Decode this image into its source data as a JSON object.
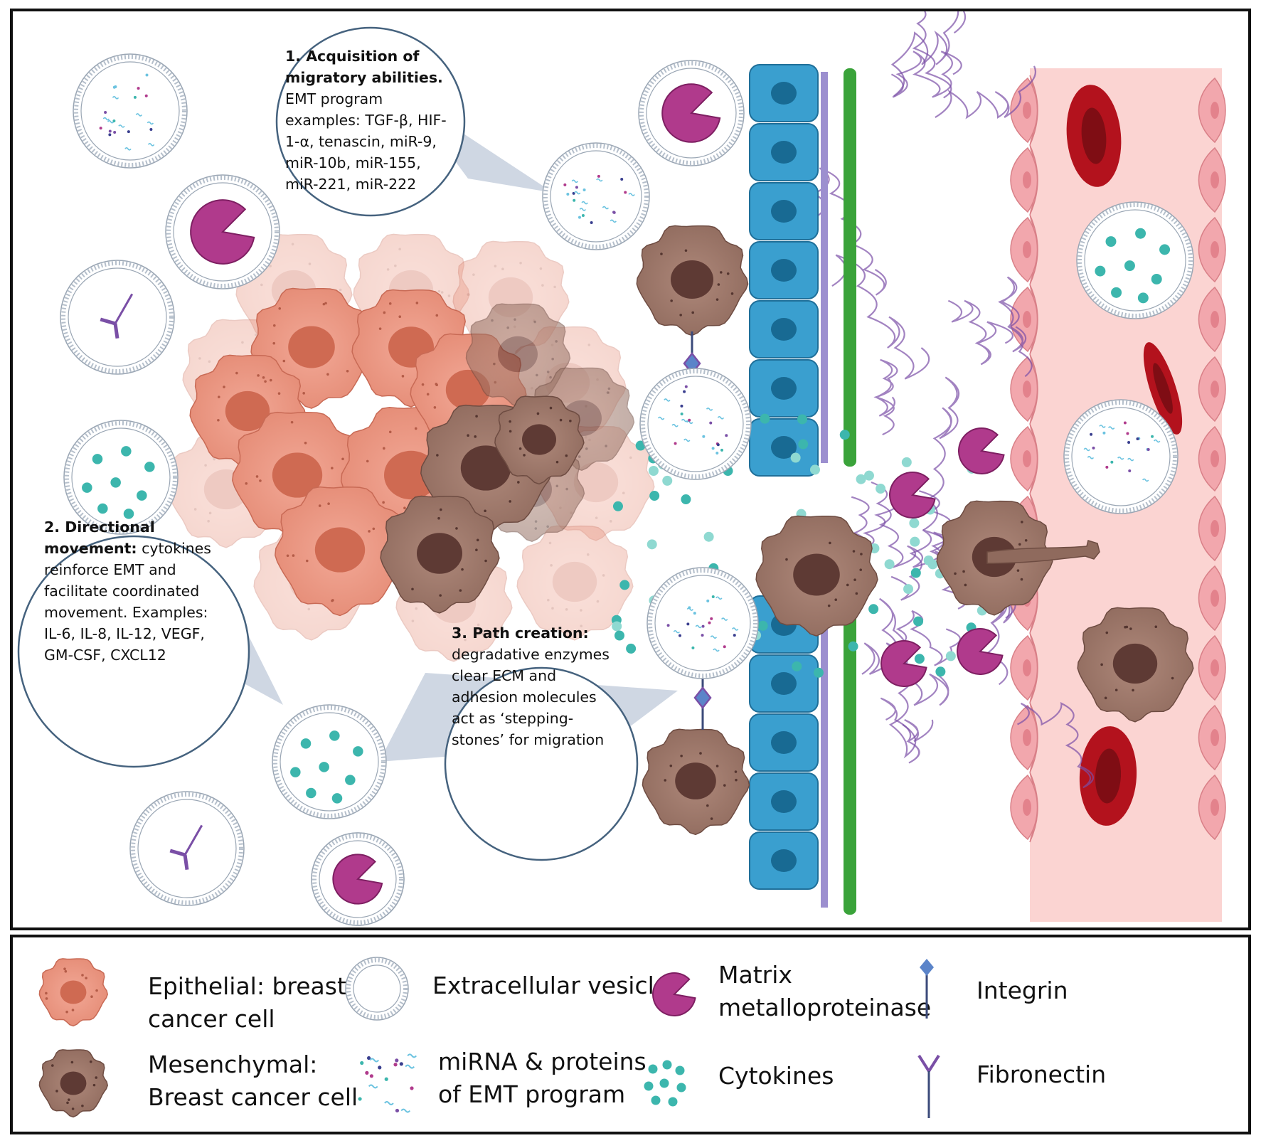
{
  "callouts": {
    "acquisition": {
      "title": "1. Acquisition of migratory abilities.",
      "lines": [
        "EMT program",
        "examples: TGF-β, HIF-",
        "1-α, tenascin, miR-9,",
        "miR-10b, miR-155,",
        "miR-221, miR-222"
      ]
    },
    "directional": {
      "title_line1": "2. Directional",
      "title_line2": "movement:",
      "line2_rest": " cytokines",
      "lines": [
        "reinforce EMT and",
        "facilitate coordinated",
        "movement. Examples:",
        "IL-6, IL-8, IL-12, VEGF,",
        "GM-CSF, CXCL12"
      ]
    },
    "path": {
      "title": "3. Path creation:",
      "lines": [
        "degradative enzymes",
        "clear ECM and",
        "adhesion molecules",
        "act as ‘stepping-",
        "stones’ for migration"
      ]
    }
  },
  "legend": {
    "epithelial": [
      "Epithelial: breast",
      "cancer cell"
    ],
    "mesenchymal": [
      "Mesenchymal:",
      "Breast cancer cell"
    ],
    "vesicle": [
      "Extracellular vesicle"
    ],
    "mirna": [
      "miRNA & proteins",
      "of EMT program"
    ],
    "mmp": [
      "Matrix",
      "metalloproteinase"
    ],
    "cytokines": [
      "Cytokines"
    ],
    "integrin": [
      "Integrin"
    ],
    "fibronectin": [
      "Fibronectin"
    ]
  },
  "colors": {
    "epithelial_cell": "#e9967f",
    "epithelial_nucleus": "#cf6a52",
    "mesenchymal_cell": "#a27a6c",
    "mesenchymal_nucleus": "#5e3a34",
    "mmp": "#b03a8c",
    "cytokine": "#3cb6ad",
    "fibronectin": "#7a4fa6",
    "integrin": "#5b84c9",
    "epithelium": "#3a9fcf",
    "basement_membrane": "#3aa33a",
    "vessel": "#fbd4d2",
    "endothelial": "#f2a7ad",
    "rbc": "#b3121d",
    "callout_border": "#45627e",
    "callout_wedge": "#c3cddc"
  }
}
